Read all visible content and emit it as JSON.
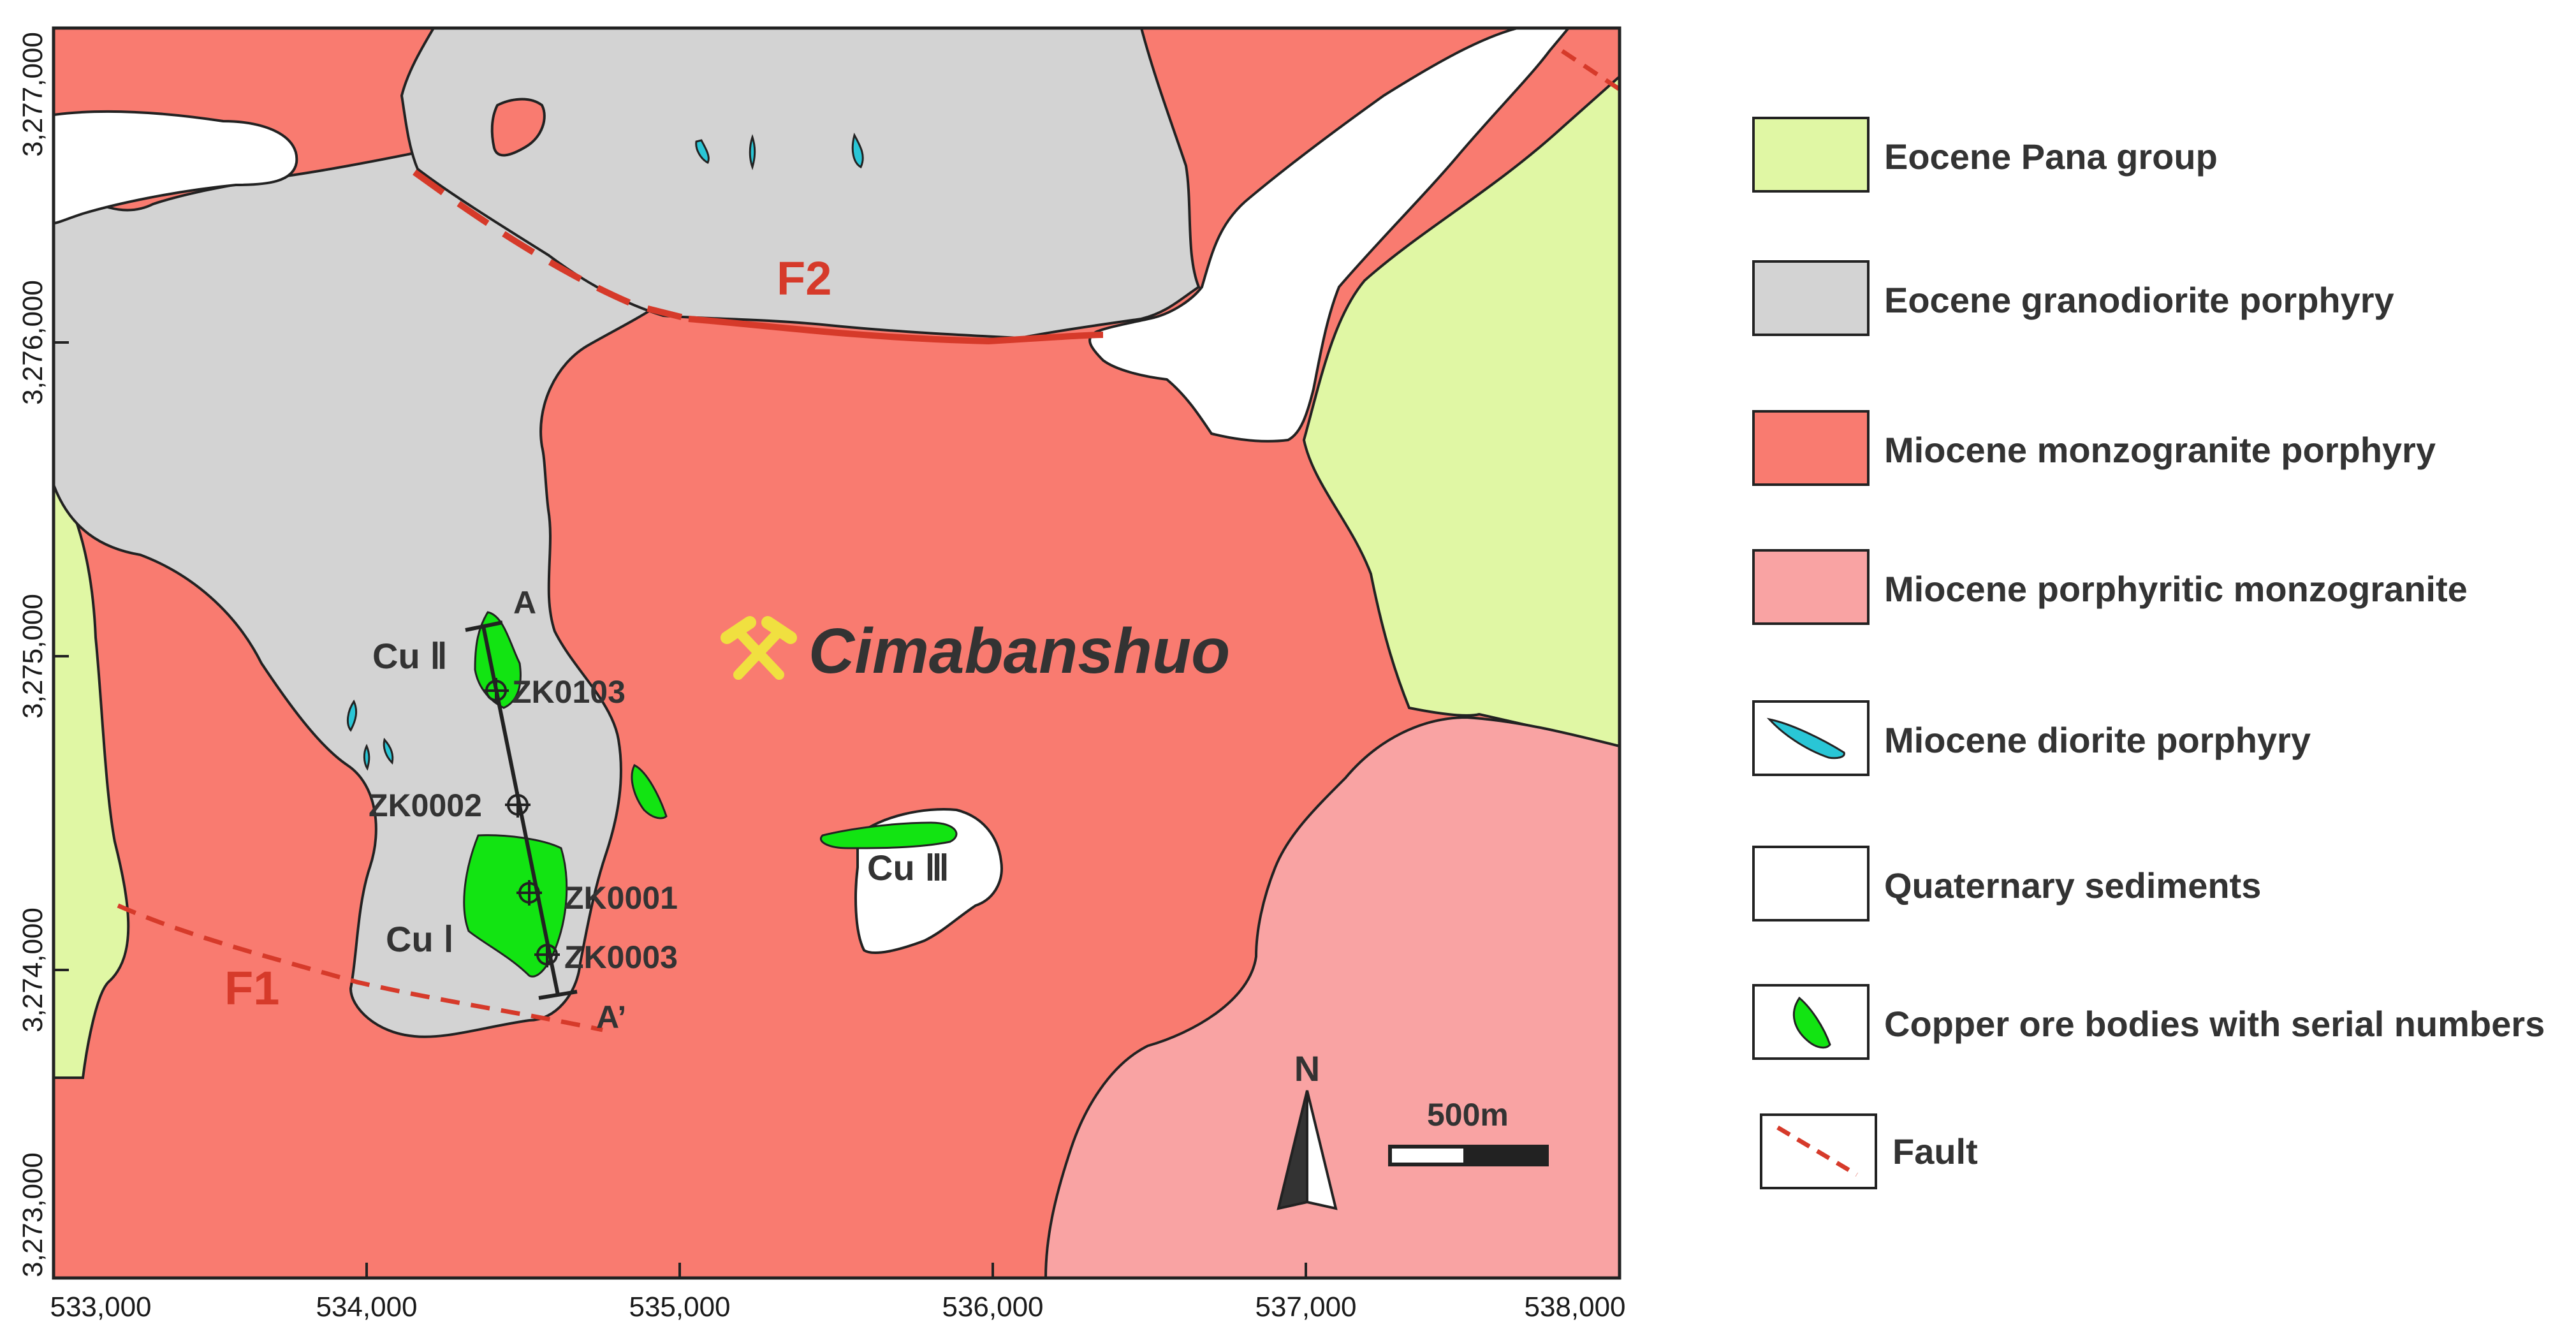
{
  "colors": {
    "eocene_pana": "#e0f7a4",
    "granodiorite": "#d3d3d3",
    "monzogranite_porphyry": "#f97b70",
    "porphyritic_monzogranite": "#f9a3a3",
    "diorite": "#29c6d6",
    "quaternary": "#ffffff",
    "copper": "#12e412",
    "fault": "#d63a2a",
    "site_icon": "#f0e040"
  },
  "axes": {
    "x_ticks": [
      "533,000",
      "534,000",
      "535,000",
      "536,000",
      "537,000",
      "538,000"
    ],
    "y_ticks": [
      "3,277,000",
      "3,276,000",
      "3,275,000",
      "3,274,000",
      "3,273,000"
    ]
  },
  "map": {
    "site_name": "Cimabanshuo",
    "site_icon": "crossed-hammers-icon",
    "faults": [
      "F1",
      "F2"
    ],
    "orebodies": [
      "Cu Ⅰ",
      "Cu Ⅱ",
      "Cu Ⅲ"
    ],
    "section_ends": [
      "A",
      "A’"
    ],
    "drill_holes": [
      "ZK0103",
      "ZK0002",
      "ZK0001",
      "ZK0003"
    ],
    "north_label": "N",
    "scale_label": "500m"
  },
  "legend": {
    "items": [
      {
        "label": "Eocene  Pana  group",
        "kind": "area",
        "color_key": "eocene_pana"
      },
      {
        "label": "Eocene  granodiorite  porphyry",
        "kind": "area",
        "color_key": "granodiorite"
      },
      {
        "label": "Miocene  monzogranite  porphyry",
        "kind": "area",
        "color_key": "monzogranite_porphyry"
      },
      {
        "label": "Miocene  porphyritic  monzogranite",
        "kind": "area",
        "color_key": "porphyritic_monzogranite"
      },
      {
        "label": "Miocene  diorite  porphyry",
        "kind": "dike",
        "color_key": "diorite"
      },
      {
        "label": "Quaternary  sediments",
        "kind": "area",
        "color_key": "quaternary"
      },
      {
        "label": "Copper ore bodies with serial numbers",
        "kind": "ore",
        "color_key": "copper"
      },
      {
        "label": "Fault",
        "kind": "fault",
        "color_key": "fault"
      }
    ]
  }
}
